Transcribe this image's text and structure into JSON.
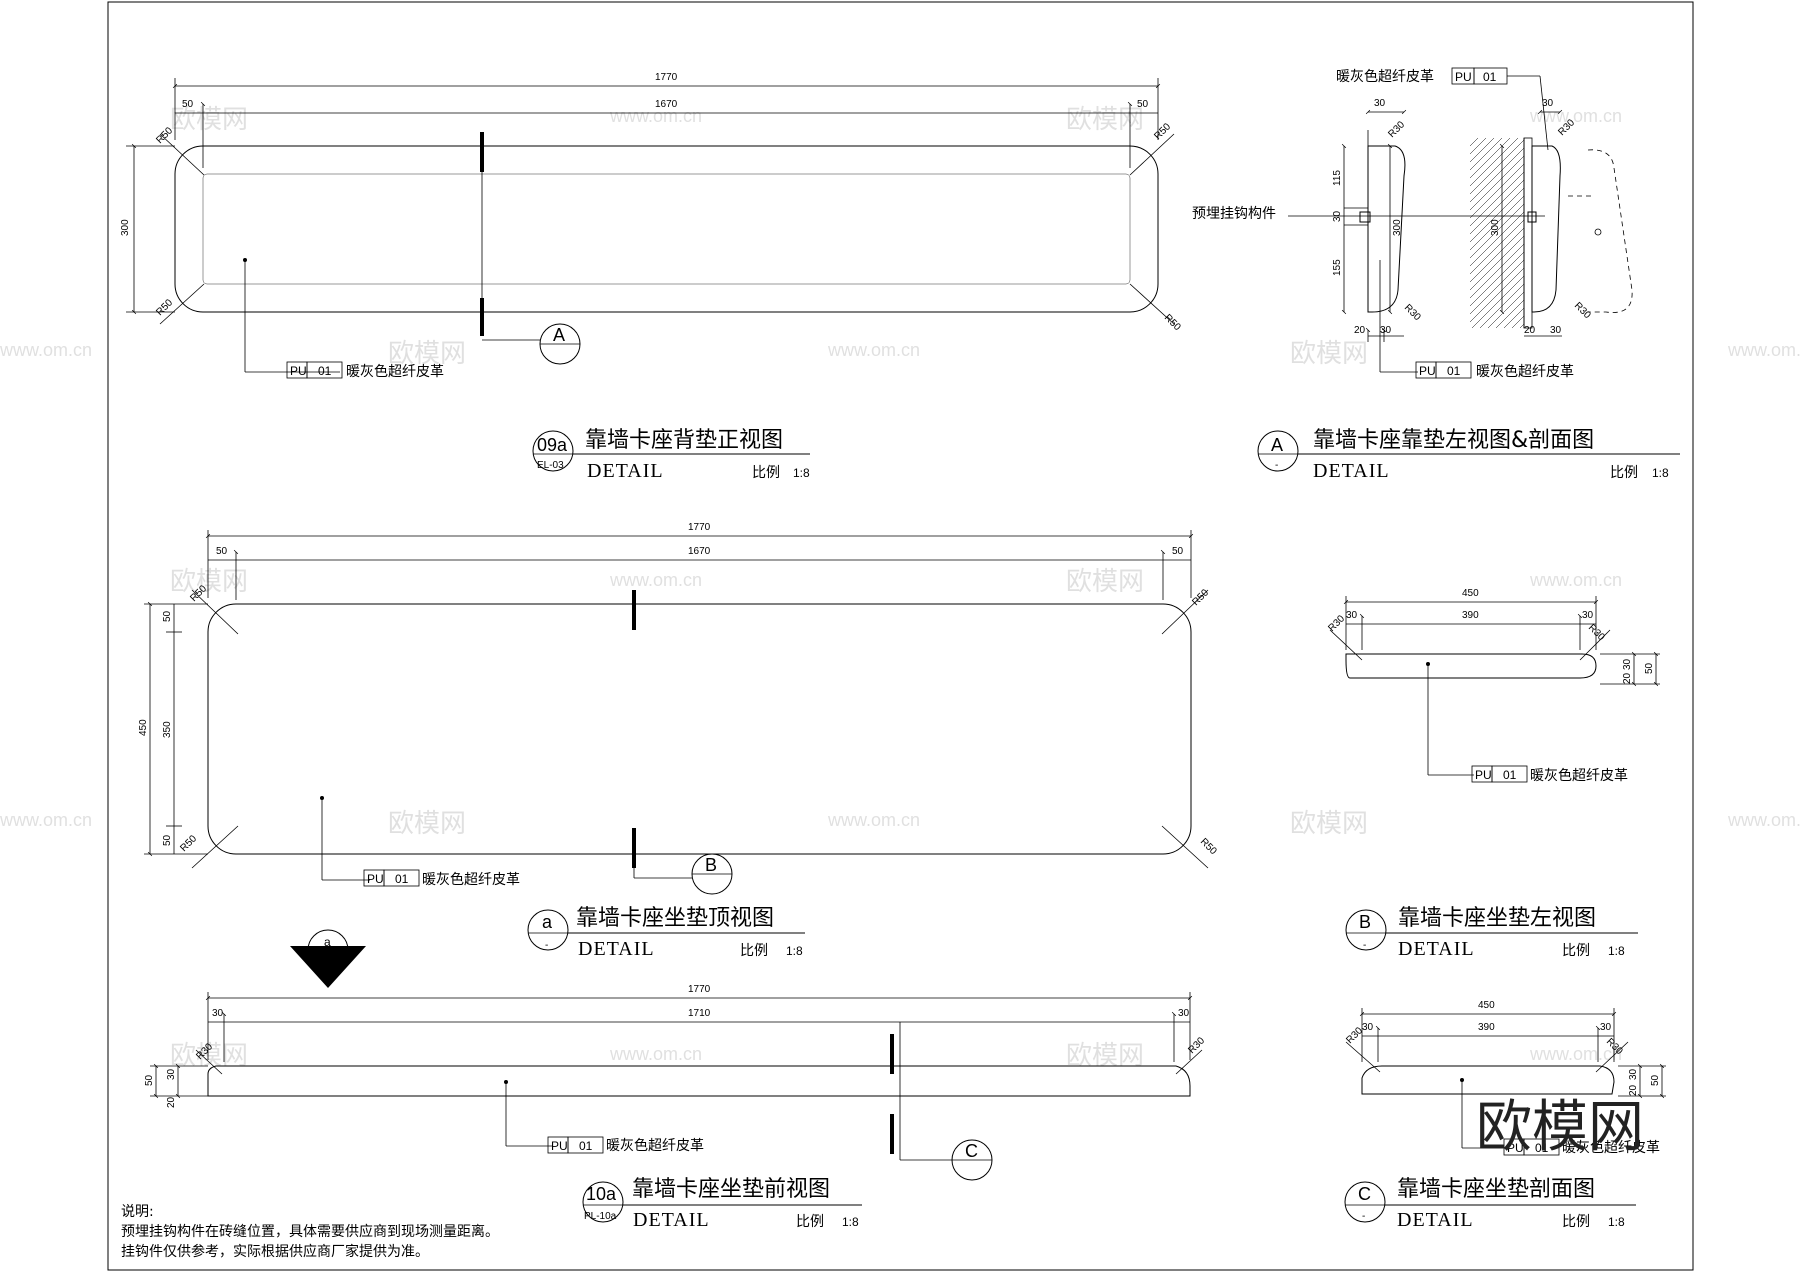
{
  "watermark": {
    "brand": "欧模网",
    "url": "www.om.cn"
  },
  "material": {
    "code": "PU",
    "number": "01",
    "name": "暖灰色超纤皮革"
  },
  "embedded_hook_label": "预埋挂钩构件",
  "views": [
    {
      "id": "09a",
      "ref": "EL-03",
      "title": "靠墙卡座背垫正视图",
      "detail": "DETAIL",
      "scale_label": "比例",
      "scale": "1:8"
    },
    {
      "id": "A",
      "ref": "-",
      "title": "靠墙卡座靠垫左视图&剖面图",
      "detail": "DETAIL",
      "scale_label": "比例",
      "scale": "1:8"
    },
    {
      "id": "a",
      "ref": "-",
      "title": "靠墙卡座坐垫顶视图",
      "detail": "DETAIL",
      "scale_label": "比例",
      "scale": "1:8"
    },
    {
      "id": "B",
      "ref": "-",
      "title": "靠墙卡座坐垫左视图",
      "detail": "DETAIL",
      "scale_label": "比例",
      "scale": "1:8"
    },
    {
      "id": "10a",
      "ref": "PL-10a",
      "title": "靠墙卡座坐垫前视图",
      "detail": "DETAIL",
      "scale_label": "比例",
      "scale": "1:8"
    },
    {
      "id": "C",
      "ref": "-",
      "title": "靠墙卡座坐垫剖面图",
      "detail": "DETAIL",
      "scale_label": "比例",
      "scale": "1:8"
    }
  ],
  "section_markers": {
    "A": "A",
    "B": "B",
    "C": "C",
    "a": "a",
    "dash": "-"
  },
  "back_front": {
    "overall": "1770",
    "inner": "1670",
    "edge_l": "50",
    "edge_r": "50",
    "height": "300",
    "r": "R50"
  },
  "back_side": {
    "top": "30",
    "top_r": "30",
    "upper": "115",
    "hook": "30",
    "lower": "155",
    "height": "300",
    "height_r": "300",
    "bottom_l": "20",
    "bottom_m": "30",
    "bottom_r": "20",
    "bottom_r2": "30",
    "r": "R30"
  },
  "seat_top": {
    "overall": "1770",
    "inner": "1670",
    "edge_l": "50",
    "edge_r": "50",
    "depth": "450",
    "inner_depth": "350",
    "edge_t": "50",
    "edge_b": "50",
    "r": "R50"
  },
  "seat_side": {
    "overall": "450",
    "inner": "390",
    "edge_l": "30",
    "edge_r": "30",
    "h_top": "30",
    "h_bot": "20",
    "h_total": "50",
    "r": "R30"
  },
  "seat_front": {
    "overall": "1770",
    "inner": "1710",
    "edge_l": "30",
    "edge_r": "30",
    "h_total": "50",
    "h_top": "30",
    "h_bot": "20",
    "r": "R30"
  },
  "seat_section": {
    "overall": "450",
    "inner": "390",
    "edge_l": "30",
    "edge_r": "30",
    "h_top": "30",
    "h_bot": "20",
    "h_total": "50",
    "r": "R30"
  },
  "notes": {
    "heading": "说明:",
    "line1": "预埋挂钩构件在砖缝位置，具体需要供应商到现场测量距离。",
    "line2": "挂钩件仅供参考，实际根据供应商厂家提供为准。"
  }
}
